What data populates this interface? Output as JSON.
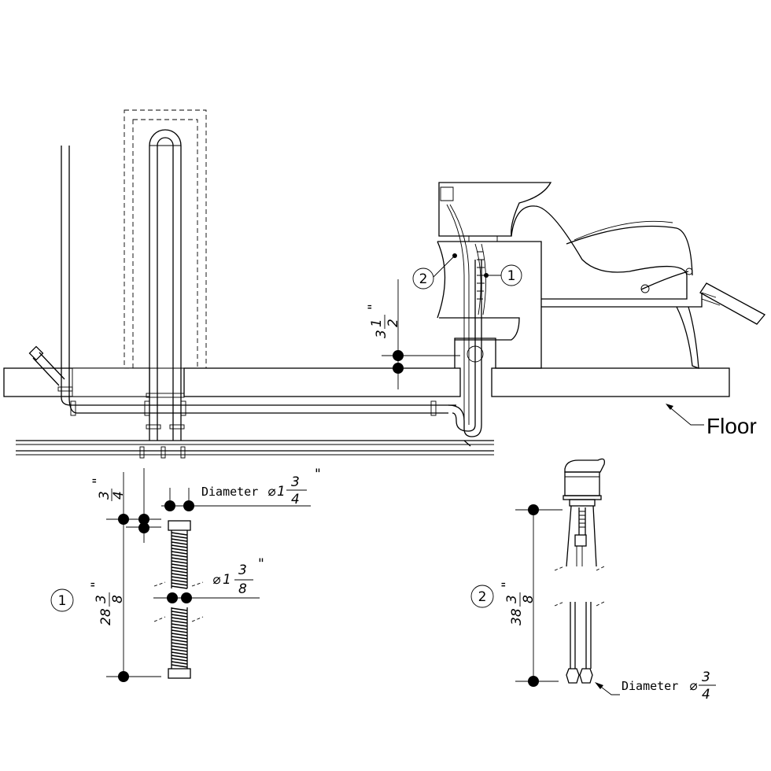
{
  "title": "Shampoo bowl plumbing installation diagram",
  "labels": {
    "floor": "Floor",
    "callout_1": "1",
    "callout_2": "2"
  },
  "drain_height": {
    "whole": "3",
    "num": "1",
    "den": "2",
    "unit": "\""
  },
  "hose_1": {
    "callout": "1",
    "length": {
      "whole": "28",
      "num": "3",
      "den": "8",
      "unit": "\""
    },
    "nut_height": {
      "num": "3",
      "den": "4",
      "unit": "\""
    },
    "outer_diameter": {
      "label": "Diameter",
      "symbol": "⌀",
      "whole": "1",
      "num": "3",
      "den": "4",
      "unit": "\""
    },
    "inner_diameter": {
      "symbol": "⌀",
      "whole": "1",
      "num": "3",
      "den": "8",
      "unit": "\""
    }
  },
  "hose_2": {
    "callout": "2",
    "length": {
      "whole": "38",
      "num": "3",
      "den": "8",
      "unit": "\""
    },
    "diameter": {
      "label": "Diameter",
      "symbol": "⌀",
      "num": "3",
      "den": "4"
    }
  }
}
